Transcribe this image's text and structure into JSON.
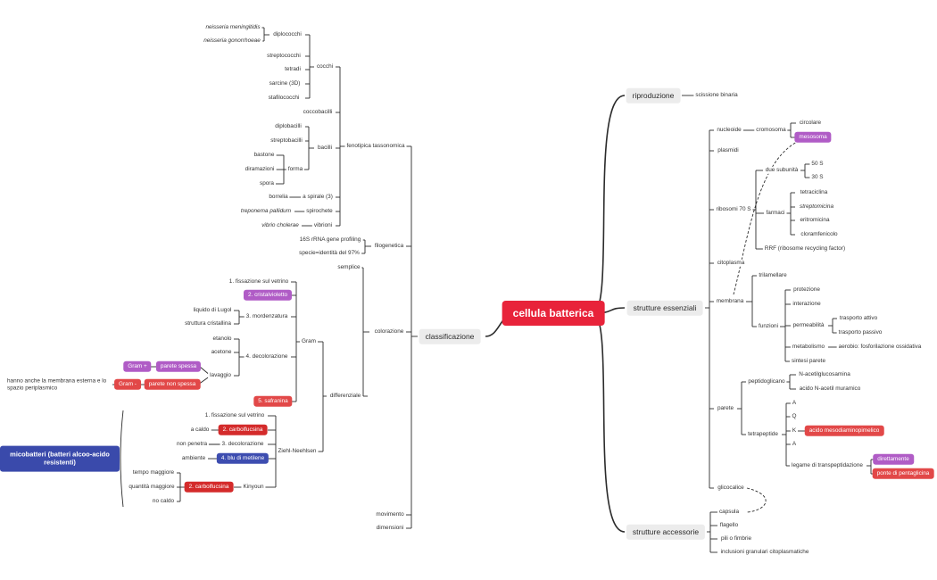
{
  "nodes": {
    "root": "cellula batterica",
    "riproduzione": "riproduzione",
    "scissione": "scissione binaria",
    "strutture_essenziali": "strutture essenziali",
    "strutture_accessorie": "strutture accessorie",
    "classificazione": "classificazione",
    "nucleoide": "nucleoide",
    "cromosoma": "cromosoma",
    "circolare": "circolare",
    "mesosoma": "mesosoma",
    "plasmidi": "plasmidi",
    "ribosomi": "ribosomi 70 S",
    "due_subunita": "due subunità",
    "s50": "50 S",
    "s30": "30 S",
    "farmaci": "farmaci",
    "tetraciclina": "tetraciclina",
    "streptomicina": "streptomicina",
    "eritromicina": "eritromicina",
    "cloramfenicolo": "cloramfenicolo",
    "rrf": "RRF (ribosome recycling factor)",
    "citoplasma": "citoplasma",
    "membrana": "membrana",
    "trilamellare": "trilamellare",
    "funzioni": "funzioni",
    "protezione": "protezione",
    "interazione": "interazione",
    "permeabilita": "permeabilità",
    "trasporto_attivo": "trasporto attivo",
    "trasporto_passivo": "trasporto passivo",
    "metabolismo": "metabolismo",
    "aerobio": "aerobio: fosforilazione ossidativa",
    "sintesi_parete": "sintesi parete",
    "parete": "parete",
    "peptidoglicano": "peptidoglicano",
    "n_acetilglucosamina": "N-acetilglucosamina",
    "acido_muramico": "acido N-acetil muramico",
    "tetrapeptide": "tetrapeptide",
    "a1": "A",
    "q": "Q",
    "k": "K",
    "acido_mesodiamino": "acido mesodiaminopimelico",
    "a2": "A",
    "legame": "legame di transpeptidazione",
    "direttamente": "direttamente",
    "ponte": "ponte di pentaglicina",
    "glicocalice": "glicocalice",
    "capsula": "capsula",
    "flagello": "flagello",
    "pili": "pili o fimbrie",
    "inclusioni": "inclusioni granulari citoplasmatiche",
    "fenotipica": "fenotipica tassonomica",
    "cocchi": "cocchi",
    "diplococchi": "diplococchi",
    "neisseria_men": "neisseria meningitidis",
    "neisseria_gon": "neisseria gonorrhoeae",
    "streptococchi": "streptococchi",
    "tetradi": "tetradi",
    "sarcine": "sarcine (3D)",
    "stafilococchi": "stafilococchi",
    "coccobacilli": "coccobacilli",
    "bacilli": "bacilli",
    "diplobacilli": "diplobacilli",
    "streptobacilli": "streptobacilli",
    "forma": "forma",
    "bastone": "bastone",
    "diramazioni": "diramazioni",
    "spora": "spora",
    "a_spirale": "a spirale (3)",
    "borrelia": "borrelia",
    "spirochete": "spirochete",
    "treponema": "treponema pallidum",
    "vibrioni": "vibrioni",
    "vibrio": "vibrio cholerae",
    "filogenetica": "filogenetica",
    "rrna": "16S rRNA gene profiling",
    "specie": "specie=identità del 97%",
    "colorazione": "colorazione",
    "semplice": "semplice",
    "differenziale": "differenziale",
    "gram": "Gram",
    "g1": "1. fissazione sul vetrino",
    "g2": "2. cristalvioletto",
    "g3": "3. mordenzatura",
    "lugol": "liquido di Lugol",
    "struttura_cristallina": "struttura cristallina",
    "g4": "4. decolorazione",
    "etanolo": "etanolo",
    "acetone": "acetone",
    "lavaggio": "lavaggio",
    "parete_spessa": "parete spessa",
    "gram_plus": "Gram +",
    "parete_non_spessa": "parete non spessa",
    "gram_minus": "Gram -",
    "gram_minus_note": "hanno anche la membrana esterna e lo spazio periplasmico",
    "g5": "5. safranina",
    "ziehl": "Ziehl-Neehlsen",
    "z1": "1. fissazione sul vetrino",
    "z2": "2. carbolfucsina",
    "a_caldo": "a caldo",
    "z3": "3. decolorazione",
    "non_penetra": "non penetra",
    "z4": "4. blu di metilene",
    "ambiente": "ambiente",
    "kinyoun": "Kinyoun",
    "k2": "2. carbolfucsina",
    "tempo": "tempo maggiore",
    "quantita": "quantità maggiore",
    "no_caldo": "no caldo",
    "micobatteri": "micobatteri (batteri alcoo-acido resistenti)",
    "movimento": "movimento",
    "dimensioni": "dimensioni"
  }
}
